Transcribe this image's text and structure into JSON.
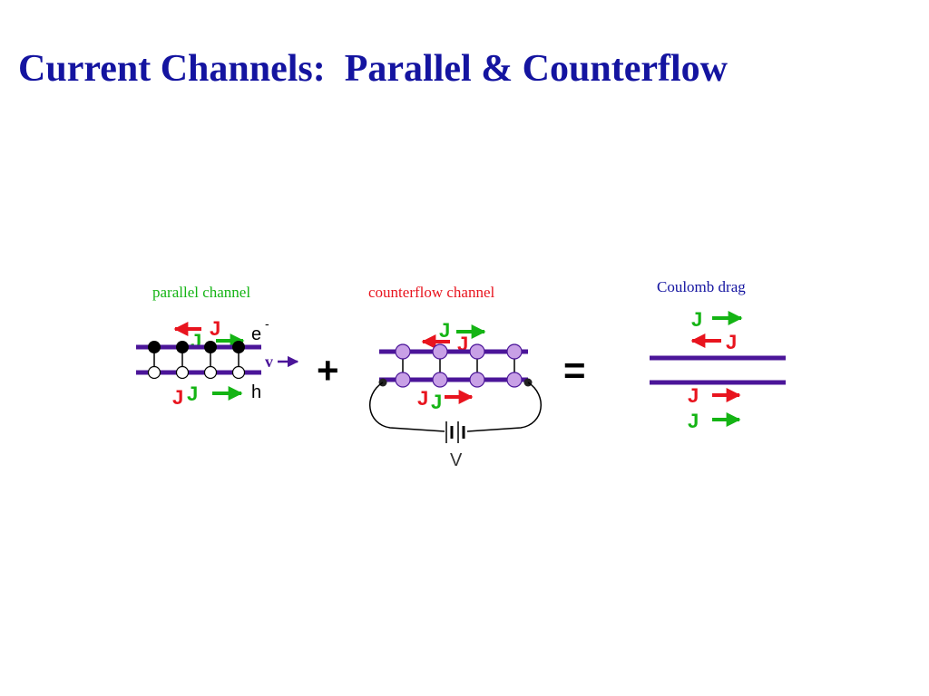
{
  "title": "Current Channels:  Parallel & Counterflow",
  "colors": {
    "title": "#1414a0",
    "layer": "#4b1599",
    "red": "#e8141e",
    "green": "#14b414",
    "particle": "#c8a0e6"
  },
  "parallel": {
    "label": "parallel channel",
    "electron_label": "e",
    "electron_sup": "-",
    "hole_label": "h",
    "v_label": "v",
    "j_top_red": "J",
    "j_top_green": "J",
    "j_bottom_red": "J",
    "j_bottom_green": "J"
  },
  "operators": {
    "plus": "+",
    "equals": "="
  },
  "counterflow": {
    "label": "counterflow channel",
    "battery_label": "V",
    "j_top_green": "J",
    "j_top_red": "J",
    "j_bottom_red": "J",
    "j_bottom_green": "J"
  },
  "drag": {
    "label": "Coulomb drag",
    "j_1": "J",
    "j_2": "J",
    "j_3": "J",
    "j_4": "J"
  }
}
